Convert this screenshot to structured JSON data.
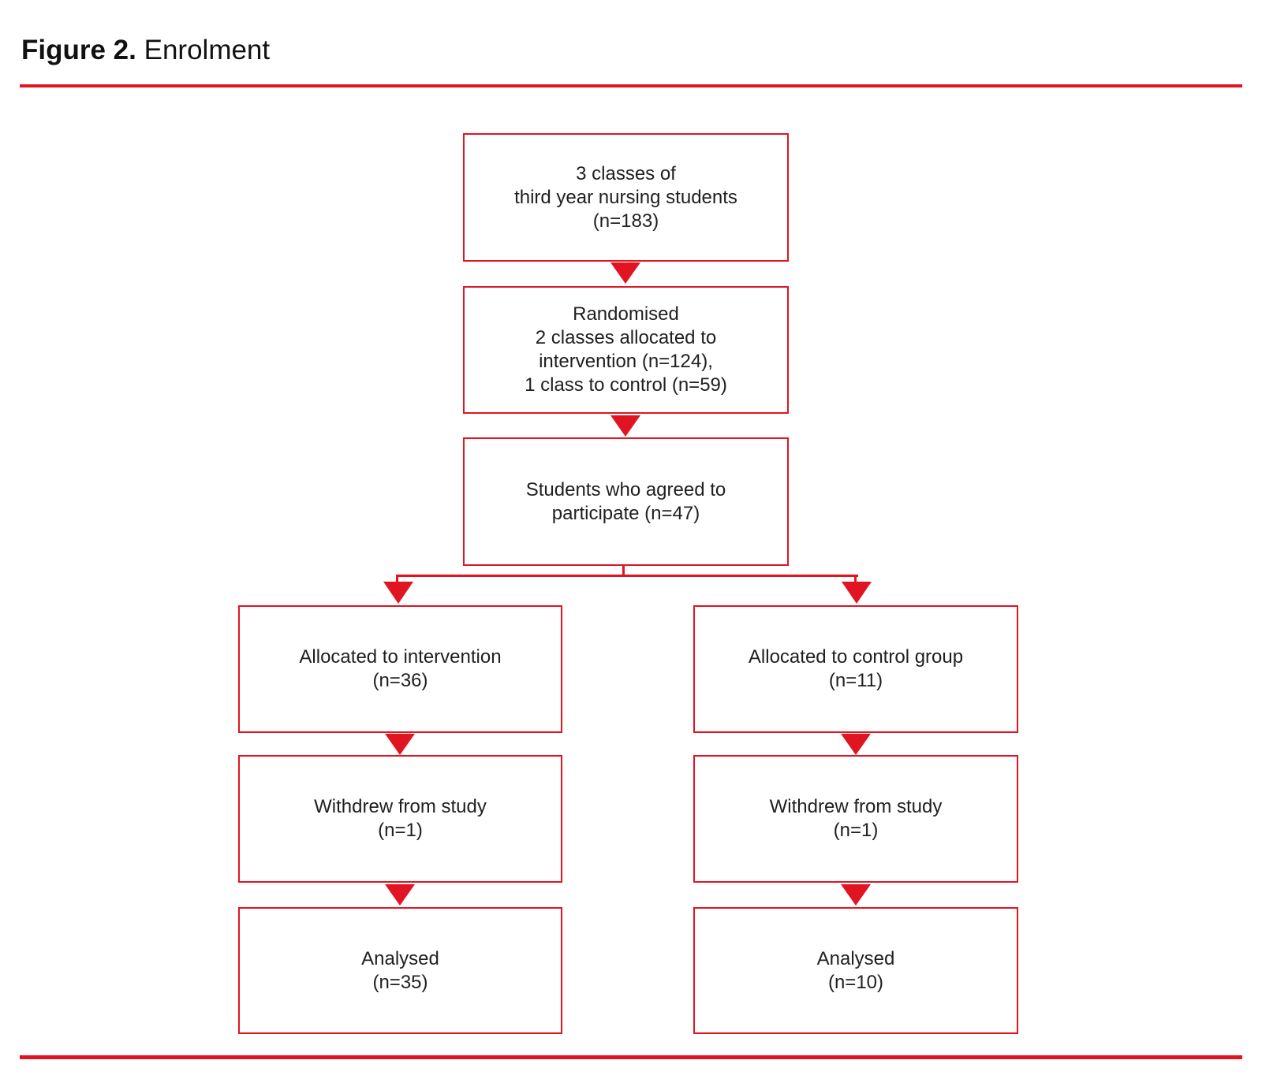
{
  "figure": {
    "label": "Figure 2.",
    "title": "Enrolment"
  },
  "colors": {
    "accent_red": "#e11422",
    "text": "#1f1f1f",
    "background": "#ffffff"
  },
  "flow": {
    "enrolment": {
      "text": "3 classes of\nthird year nursing students\n(n=183)"
    },
    "randomised": {
      "text": "Randomised\n2 classes allocated to\nintervention (n=124),\n1 class to control (n=59)"
    },
    "agreed": {
      "text": "Students who agreed to\nparticipate (n=47)"
    },
    "intervention": {
      "allocated": {
        "text": "Allocated to intervention\n(n=36)"
      },
      "withdrew": {
        "text": "Withdrew from study\n(n=1)"
      },
      "analysed": {
        "text": "Analysed\n(n=35)"
      }
    },
    "control": {
      "allocated": {
        "text": "Allocated to control group\n(n=11)"
      },
      "withdrew": {
        "text": "Withdrew from study\n(n=1)"
      },
      "analysed": {
        "text": "Analysed\n(n=10)"
      }
    }
  }
}
